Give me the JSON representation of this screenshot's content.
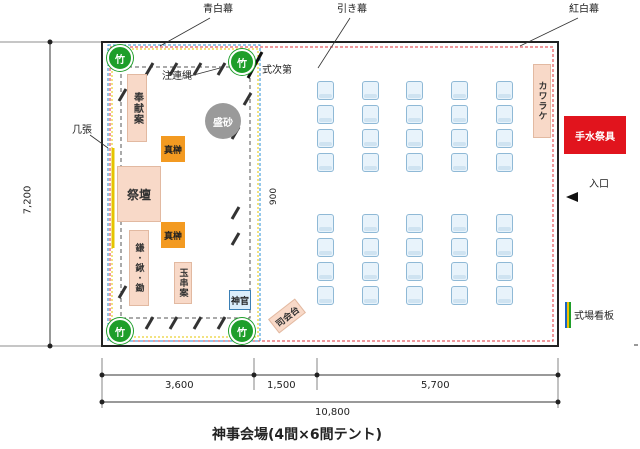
{
  "labels": {
    "ao_shiro_maku": "青白幕",
    "hikimaku": "引き幕",
    "kohaku_maku": "紅白幕",
    "shimenawa": "注連縄",
    "shikishidai": "式次第",
    "kicho": "几張",
    "houken_an": "奉献案",
    "moriuna": "盛砂",
    "masakaki_top": "真榊",
    "masakaki_bottom": "真榊",
    "saidan": "祭壇",
    "kama_kuwa_suki": "鎌･鍬･鋤",
    "tamagushi_an": "玉串案",
    "shinkan": "神官",
    "shikaidai": "司会台",
    "karaoke": "カワラケ",
    "temizu": "手水祭具",
    "iriguchi": "入口",
    "kanban": "式場看板",
    "bamboo": "竹",
    "title": "神事会場(4間×6間テント)"
  },
  "dimensions": {
    "height": "7,200",
    "width1": "3,600",
    "width2": "1,500",
    "width3": "5,700",
    "total": "10,800",
    "aisle": "900"
  },
  "colors": {
    "tent_border": "#222222",
    "kohaku_line": "#e0303a",
    "aoshiro_line": "#2a8fd6",
    "bamboo": "#1e9e2a",
    "masakaki": "#f39a21",
    "table": "#f8d9c8",
    "temizu": "#e1141d",
    "chair": "#e8f3fb",
    "arrow": "#111111"
  },
  "seating": {
    "columns": 5,
    "rows_per_block": 4,
    "blocks": 2
  }
}
